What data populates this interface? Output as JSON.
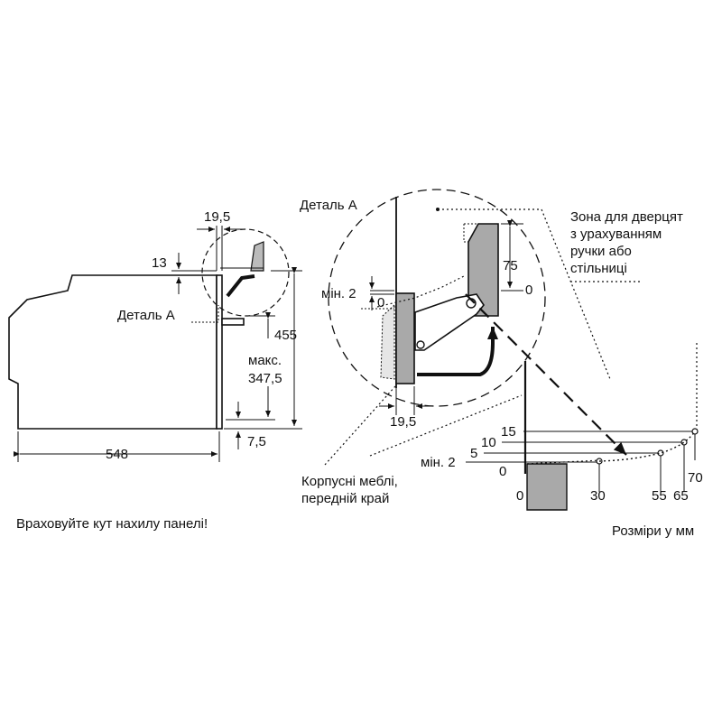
{
  "left_view": {
    "dim_depth": "548",
    "dim_top_gap": "13",
    "dim_panel": "19,5",
    "dim_height": "455",
    "dim_max_line1": "макс.",
    "dim_max_line2": "347,5",
    "dim_bottom": "7,5",
    "detail_label": "Деталь А"
  },
  "detail_view": {
    "title": "Деталь А",
    "dim_75": "75",
    "dim_0_right": "0",
    "dim_min2": "мін. 2",
    "dim_0_left": "0",
    "dim_19_5": "19,5"
  },
  "zone_note": {
    "line1": "Зона для дверцят",
    "line2": "з урахуванням",
    "line3": "ручки або",
    "line4": "стільниці"
  },
  "furniture_note": {
    "line1": "Корпусні меблі,",
    "line2": "передній край"
  },
  "clearance_chart": {
    "y_labels": [
      "15",
      "10",
      "5",
      "мін. 2",
      "0"
    ],
    "x_labels": [
      "0",
      "30",
      "55",
      "65",
      "70"
    ]
  },
  "footer": {
    "tilt_note": "Враховуйте кут нахилу панелі!",
    "units_note": "Розміри у мм"
  },
  "colors": {
    "line": "#111111",
    "panel_fill": "#a9a9a9",
    "zone_fill": "#e6e6e6"
  }
}
